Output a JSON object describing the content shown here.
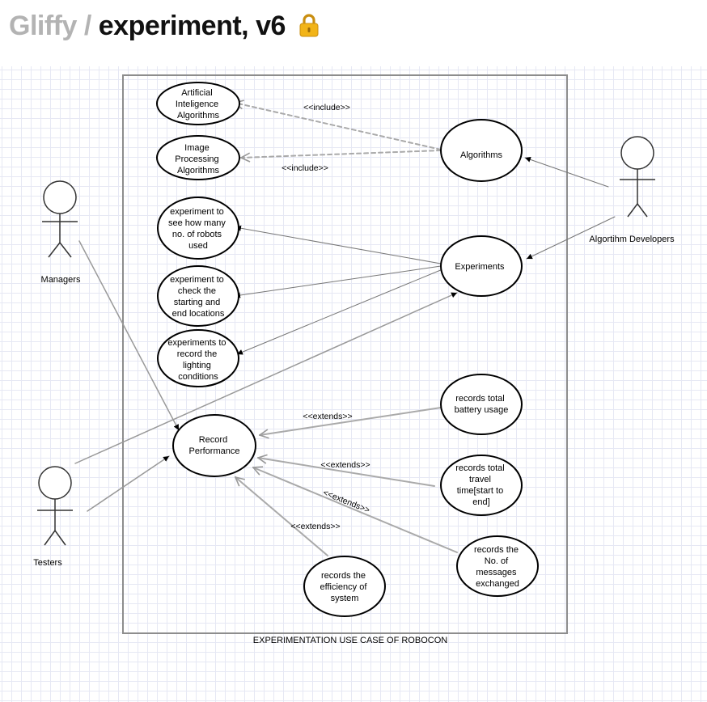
{
  "header": {
    "brand": "Gliffy",
    "separator": "/",
    "document_title": "experiment, v6",
    "lock_icon": "lock-icon"
  },
  "diagram": {
    "caption": "EXPERIMENTATION USE CASE OF ROBOCON",
    "actors": {
      "managers": "Managers",
      "testers": "Testers",
      "developers": "Algortihm Developers"
    },
    "use_cases": {
      "ai": [
        "Artificial",
        "Inteligence",
        "Algorithms"
      ],
      "ip": [
        "Image",
        "Processing",
        "Algorithms"
      ],
      "algorithms": [
        "Algorithms"
      ],
      "exp_robots": [
        "experiment to",
        "see how many",
        "no. of robots",
        "used"
      ],
      "exp_locations": [
        "experiment to",
        "check the",
        "starting and",
        "end locations"
      ],
      "exp_lighting": [
        "experiments to",
        "record the",
        "lighting",
        "conditions"
      ],
      "experiments": [
        "Experiments"
      ],
      "record_perf": [
        "Record",
        "Performance"
      ],
      "battery": [
        "records total",
        "battery usage"
      ],
      "travel": [
        "records total",
        "travel",
        "time[start to",
        "end]"
      ],
      "messages": [
        "records the",
        "No. of",
        "messages",
        "exchanged"
      ],
      "efficiency": [
        "records the",
        "efficiency of",
        "system"
      ]
    },
    "relation_labels": {
      "include_ai": "<<include>>",
      "include_ip": "<<include>>",
      "extends_battery": "<<extends>>",
      "extends_travel": "<<extends>>",
      "extends_messages": "<<extends>>",
      "extends_efficiency": "<<extends>>"
    }
  }
}
